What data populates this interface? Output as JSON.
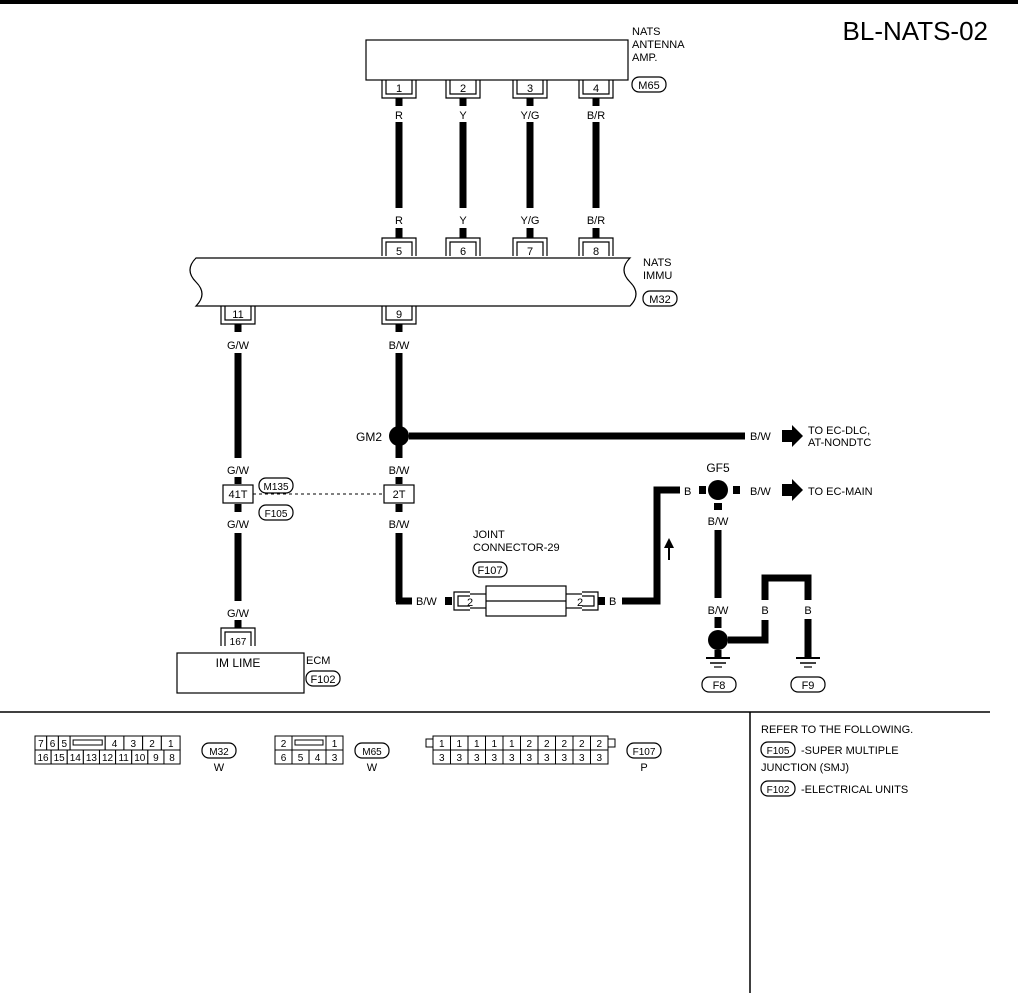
{
  "page_code": "BL-NATS-02",
  "components": {
    "nats_amp": {
      "name_lines": [
        "NATS",
        "ANTENNA",
        "AMP."
      ],
      "connector": "M65"
    },
    "nats_immu": {
      "name_lines": [
        "NATS",
        "IMMU"
      ],
      "connector": "M32"
    },
    "ecm": {
      "name": "ECM",
      "terminal_label": "IM LIME",
      "connector": "F102"
    },
    "joint_connector": {
      "name_lines": [
        "JOINT",
        "CONNECTOR-29"
      ],
      "connector": "F107"
    },
    "inline_connectors": [
      "M135",
      "F105"
    ]
  },
  "pins": {
    "amp": [
      "1",
      "2",
      "3",
      "4"
    ],
    "immu_top": [
      "5",
      "6",
      "7",
      "8"
    ],
    "immu_bottom": [
      "11",
      "9"
    ],
    "ecm": "167",
    "inline_left": "41T",
    "inline_right": "2T",
    "joint_left": "2",
    "joint_right": "2"
  },
  "wire_colors": {
    "amp_to_immu": [
      "R",
      "Y",
      "Y/G",
      "B/R"
    ],
    "gw": "G/W",
    "bw": "B/W",
    "b": "B"
  },
  "splices": {
    "gm2": "GM2",
    "gf5": "GF5"
  },
  "destinations": {
    "ec_dlc_lines": [
      "TO EC-DLC,",
      "AT-NONDTC"
    ],
    "ec_main": "TO EC-MAIN"
  },
  "grounds": [
    "F8",
    "F9"
  ],
  "connector_views": {
    "m32": {
      "id": "M32",
      "color": "W",
      "top_left": [
        "7",
        "6",
        "5"
      ],
      "top_right": [
        "4",
        "3",
        "2",
        "1"
      ],
      "bottom": [
        "16",
        "15",
        "14",
        "13",
        "12",
        "11",
        "10",
        "9",
        "8"
      ]
    },
    "m65": {
      "id": "M65",
      "color": "W",
      "top_left": [
        "2"
      ],
      "top_right": [
        "1"
      ],
      "bottom": [
        "6",
        "5",
        "4",
        "3"
      ]
    },
    "f107": {
      "id": "F107",
      "color": "P",
      "top": [
        "1",
        "1",
        "1",
        "1",
        "1",
        "2",
        "2",
        "2",
        "2",
        "2"
      ],
      "bottom": [
        "3",
        "3",
        "3",
        "3",
        "3",
        "3",
        "3",
        "3",
        "3",
        "3"
      ]
    }
  },
  "reference": {
    "heading": "REFER TO THE FOLLOWING.",
    "items": [
      {
        "code": "F105",
        "text_lines": [
          "-SUPER MULTIPLE",
          "JUNCTION (SMJ)"
        ]
      },
      {
        "code": "F102",
        "text_lines": [
          "-ELECTRICAL UNITS"
        ]
      }
    ]
  }
}
